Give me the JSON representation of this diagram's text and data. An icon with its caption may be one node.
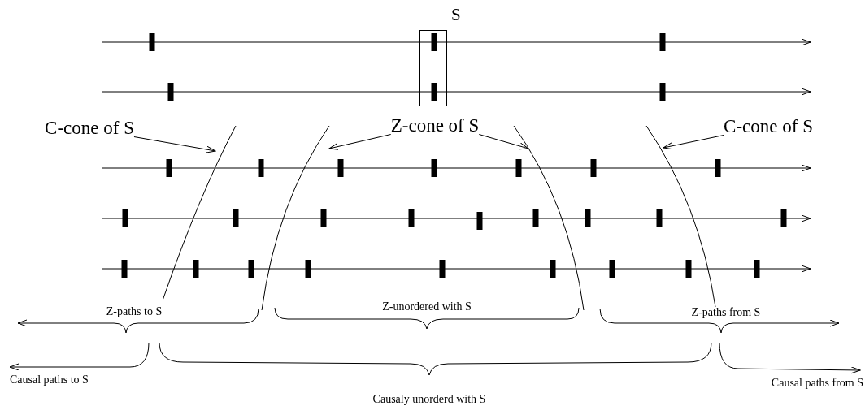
{
  "diagram": {
    "nodes": [
      {
        "text": [
          "S"
        ]
      },
      {
        "text": [
          "C-cone of S"
        ]
      },
      {
        "text": [
          "Z-cone of S"
        ]
      },
      {
        "text": [
          "C-cone of S"
        ]
      },
      {
        "text": [],
        "shape": "curve"
      },
      {
        "text": [],
        "shape": "curve"
      },
      {
        "text": [],
        "shape": "curve"
      },
      {
        "text": [],
        "shape": "curve"
      }
    ],
    "edges": [
      {
        "from": 1,
        "to": 4,
        "arrow": "to"
      },
      {
        "from": 2,
        "to": 5,
        "arrow": "to"
      },
      {
        "from": 2,
        "to": 6,
        "arrow": "to"
      },
      {
        "from": 3,
        "to": 7,
        "arrow": "to"
      }
    ],
    "labels": [
      "Z-paths to S",
      "Z-unordered with S",
      "Z-paths from S",
      "Causal paths to S",
      "Causaly unorderd with S",
      "Causal paths from S"
    ]
  }
}
